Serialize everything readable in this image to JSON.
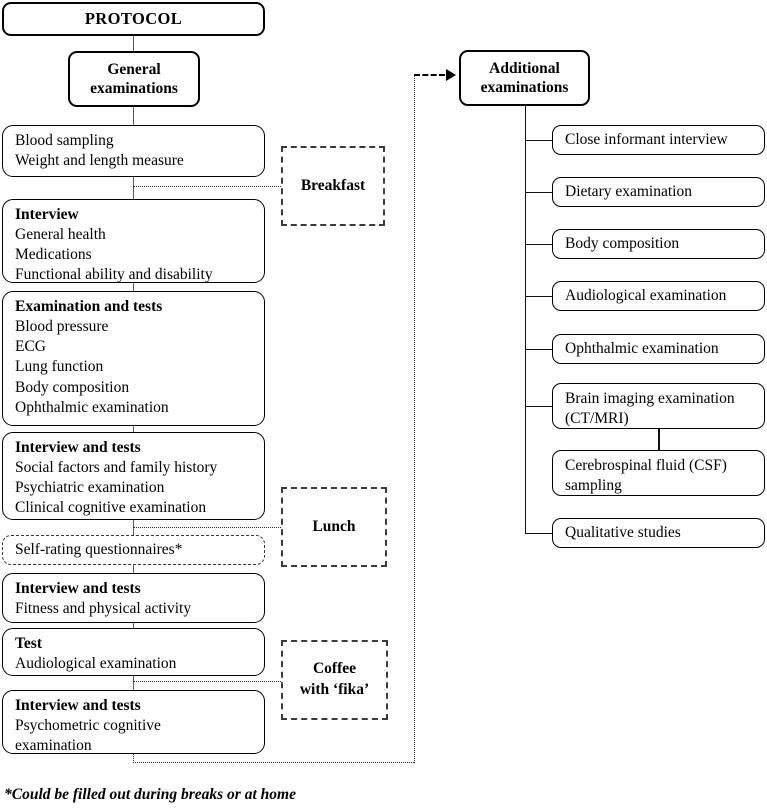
{
  "diagram": {
    "title": "PROTOCOL",
    "footnote": "*Could be filled out during breaks or at home"
  },
  "left_column": {
    "header": "PROTOCOL",
    "subheader_line1": "General",
    "subheader_line2": "examinations",
    "steps": [
      {
        "id": "blood-sampling",
        "heading": "",
        "lines": [
          "Blood sampling",
          "Weight and length measure"
        ]
      },
      {
        "id": "interview",
        "heading": "Interview",
        "lines": [
          "General health",
          "Medications",
          "Functional ability and disability"
        ]
      },
      {
        "id": "examination-and-tests",
        "heading": "Examination and tests",
        "lines": [
          "Blood pressure",
          "ECG",
          "Lung function",
          "Body composition",
          "Ophthalmic examination"
        ]
      },
      {
        "id": "interview-and-tests-social",
        "heading": "Interview and tests",
        "lines": [
          "Social factors and family history",
          "Psychiatric examination",
          "Clinical cognitive examination"
        ]
      },
      {
        "id": "self-rating-questionnaires",
        "heading": "",
        "lines": [
          "Self-rating questionnaires*"
        ]
      },
      {
        "id": "interview-and-tests-fitness",
        "heading": "Interview and tests",
        "lines": [
          "Fitness and physical activity"
        ]
      },
      {
        "id": "test-audiological",
        "heading": "Test",
        "lines": [
          "Audiological examination"
        ]
      },
      {
        "id": "interview-and-tests-psychometric",
        "heading": "Interview and tests",
        "lines": [
          "Psychometric cognitive",
          "examination"
        ]
      }
    ]
  },
  "breaks": [
    {
      "id": "breakfast",
      "line1": "Breakfast",
      "line2": ""
    },
    {
      "id": "lunch",
      "line1": "Lunch",
      "line2": ""
    },
    {
      "id": "coffee",
      "line1": "Coffee",
      "line2": "with ‘fika’"
    }
  ],
  "right_column": {
    "header_line1": "Additional",
    "header_line2": "examinations",
    "items": [
      {
        "id": "close-informant-interview",
        "line1": "Close informant interview",
        "line2": ""
      },
      {
        "id": "dietary-examination",
        "line1": "Dietary examination",
        "line2": ""
      },
      {
        "id": "body-composition",
        "line1": "Body composition",
        "line2": ""
      },
      {
        "id": "audiological-examination",
        "line1": "Audiological examination",
        "line2": ""
      },
      {
        "id": "ophthalmic-examination",
        "line1": "Ophthalmic examination",
        "line2": ""
      },
      {
        "id": "brain-imaging-examination",
        "line1": "Brain imaging examination",
        "line2": "(CT/MRI)"
      },
      {
        "id": "cerebrospinal-fluid-sampling",
        "line1": "Cerebrospinal fluid (CSF)",
        "line2": "sampling"
      },
      {
        "id": "qualitative-studies",
        "line1": "Qualitative studies",
        "line2": ""
      }
    ]
  },
  "colors": {
    "stroke": "#000000",
    "connector": "#585858",
    "dashed": "#3b3b3b",
    "background": "#ffffff"
  }
}
